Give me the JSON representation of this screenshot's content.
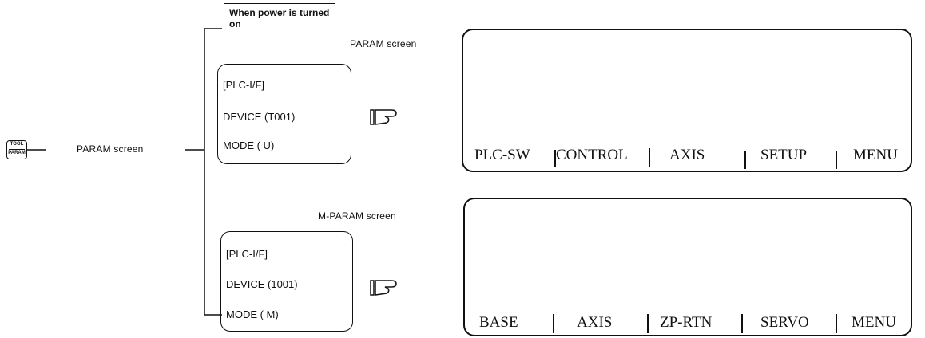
{
  "key": {
    "top": "TOOL",
    "bottom": "PARAM"
  },
  "left_label": "PARAM screen",
  "power_note": "When power is turned on",
  "upper": {
    "screen_label": "PARAM screen",
    "device_lines": [
      "[PLC-I/F]",
      "DEVICE (T001)",
      "MODE (    U)"
    ],
    "softkeys": [
      "PLC-SW",
      "CONTROL",
      "AXIS",
      "SETUP",
      "MENU"
    ]
  },
  "lower": {
    "screen_label": "M-PARAM screen",
    "device_lines": [
      "[PLC-I/F]",
      "DEVICE (1001)",
      "MODE (    M)"
    ],
    "softkeys": [
      "BASE",
      "AXIS",
      "ZP-RTN",
      "SERVO",
      "MENU"
    ]
  },
  "pointer_icon": "pointing-hand-icon"
}
